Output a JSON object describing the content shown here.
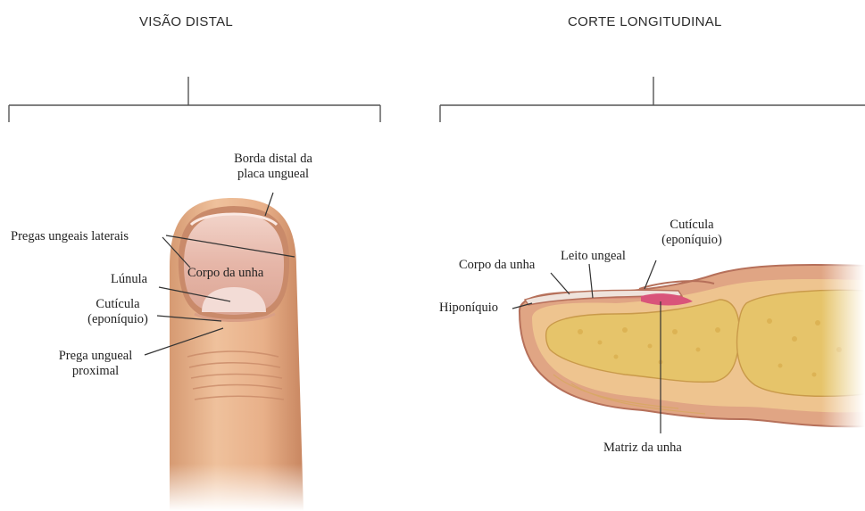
{
  "headings": {
    "left": "VISÃO DISTAL",
    "right": "CORTE LONGITUDINAL"
  },
  "distal_labels": {
    "borda_1": "Borda distal da",
    "borda_2": "placa ungueal",
    "pregas_laterais": "Pregas ungeais laterais",
    "corpo": "Corpo da unha",
    "lunula": "Lúnula",
    "cuticula_1": "Cutícula",
    "cuticula_2": "(eponíquio)",
    "prega_1": "Prega ungueal",
    "prega_2": "proximal"
  },
  "section_labels": {
    "cuticula_1": "Cutícula",
    "cuticula_2": "(eponíquio)",
    "leito": "Leito ungeal",
    "corpo": "Corpo da unha",
    "hiponiquio": "Hiponíquio",
    "matriz": "Matriz da unha"
  },
  "colors": {
    "skin": "#e8b089",
    "nail": "#e9bcb0",
    "bone": "#e6c56a",
    "bracket": "#555555",
    "leader": "#333333"
  }
}
